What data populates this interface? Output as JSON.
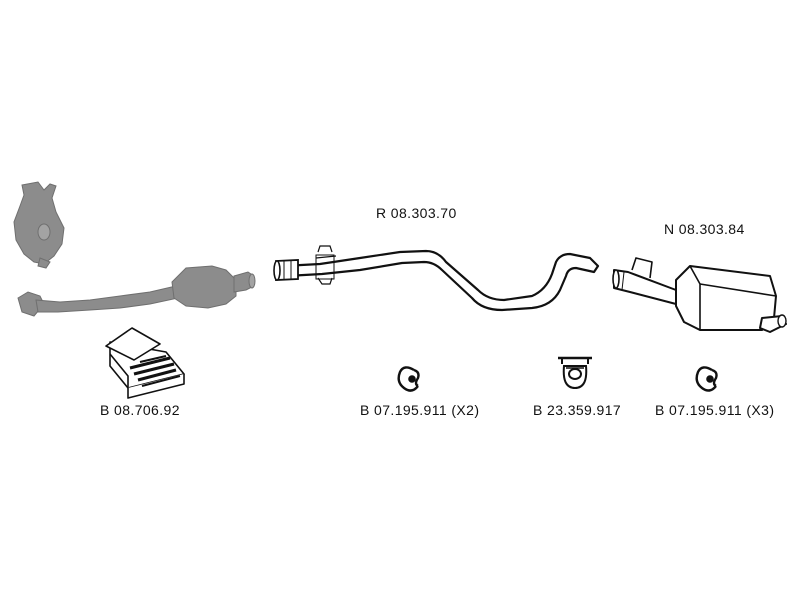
{
  "parts": {
    "middle_pipe": {
      "code": "R 08.303.70",
      "icon": "middle-pipe-icon"
    },
    "rear_silencer": {
      "code": "N 08.303.84",
      "icon": "rear-silencer-icon"
    },
    "mounting_kit": {
      "code": "B 08.706.92",
      "icon": "mounting-kit-icon"
    },
    "clamp_left": {
      "code": "B 07.195.911 (X2)",
      "icon": "clamp-icon"
    },
    "bracket_clamp": {
      "code": "B 23.359.917",
      "icon": "bracket-clamp-icon"
    },
    "clamp_right": {
      "code": "B 07.195.911 (X3)",
      "icon": "clamp-icon"
    }
  },
  "colors": {
    "ink": "#111111",
    "ghost_fill": "#8c8c8c",
    "ghost_stroke": "#6f6f6f",
    "background": "#ffffff"
  }
}
